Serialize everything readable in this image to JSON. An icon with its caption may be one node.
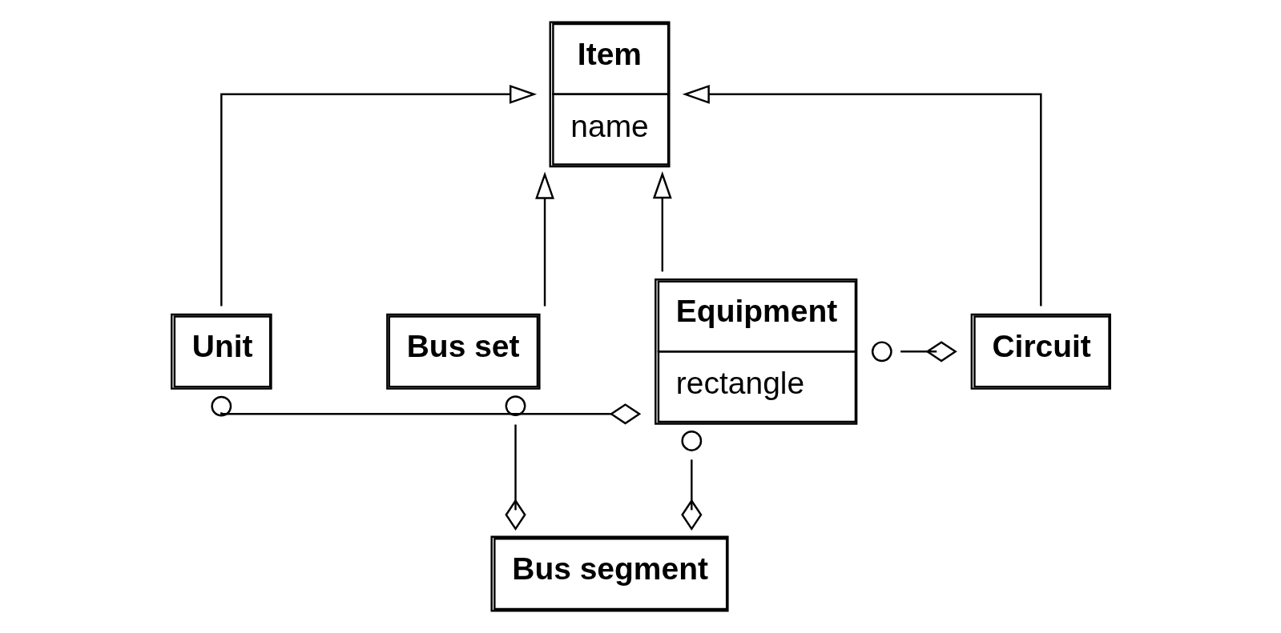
{
  "diagram": {
    "nodes": [
      {
        "text": [
          "Item",
          "name"
        ]
      },
      {
        "text": [
          "Unit"
        ]
      },
      {
        "text": [
          "Circuit"
        ]
      },
      {
        "text": [
          "Bus set"
        ]
      },
      {
        "text": [
          "Equipment",
          "rectangle"
        ]
      },
      {
        "text": [
          "Bus segment"
        ]
      }
    ],
    "edges": [
      {
        "from": 1,
        "to": 0,
        "arrow": "to"
      },
      {
        "from": 2,
        "to": 0,
        "arrow": "to"
      },
      {
        "from": 3,
        "to": 0,
        "arrow": "to"
      },
      {
        "from": 4,
        "to": 0,
        "arrow": "to"
      },
      {
        "from": 5,
        "to": 3,
        "arrow": "other"
      },
      {
        "from": 5,
        "to": 4,
        "arrow": "other"
      },
      {
        "from": 2,
        "to": 4,
        "arrow": "other"
      },
      {
        "from": 1,
        "to": 4,
        "arrow": "other"
      }
    ]
  }
}
